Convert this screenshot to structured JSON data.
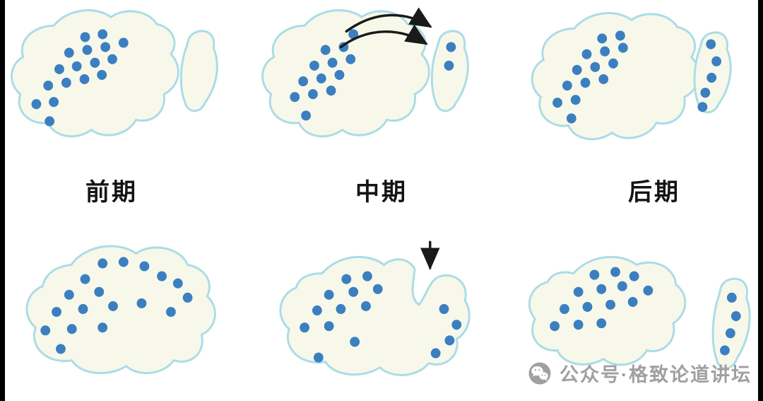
{
  "colors": {
    "blob_fill": "#f7f8ea",
    "blob_stroke": "#abdce7",
    "dot": "#3b7fc1",
    "arrow": "#1a1a1a",
    "label": "#141414",
    "watermark": "#a0a0a0",
    "edge": "#000000"
  },
  "stages": [
    {
      "label": "前期"
    },
    {
      "label": "中期"
    },
    {
      "label": "后期"
    }
  ],
  "watermark": {
    "text": "公众号·格致论道讲坛",
    "icon": "wechat-icon"
  },
  "panels": {
    "top_left_main": [
      [
        115,
        48
      ],
      [
        140,
        44
      ],
      [
        92,
        70
      ],
      [
        118,
        66
      ],
      [
        144,
        62
      ],
      [
        170,
        56
      ],
      [
        78,
        93
      ],
      [
        103,
        89
      ],
      [
        129,
        84
      ],
      [
        154,
        79
      ],
      [
        62,
        116
      ],
      [
        88,
        112
      ],
      [
        114,
        107
      ],
      [
        139,
        101
      ],
      [
        45,
        142
      ],
      [
        70,
        139
      ],
      [
        64,
        166
      ]
    ],
    "top_left_small": [],
    "top_mid_main": [
      [
        140,
        44
      ],
      [
        100,
        66
      ],
      [
        126,
        62
      ],
      [
        84,
        88
      ],
      [
        110,
        84
      ],
      [
        136,
        79
      ],
      [
        68,
        110
      ],
      [
        94,
        106
      ],
      [
        120,
        101
      ],
      [
        56,
        132
      ],
      [
        82,
        128
      ],
      [
        108,
        123
      ],
      [
        72,
        158
      ]
    ],
    "top_mid_small": [
      [
        280,
        62
      ],
      [
        277,
        88
      ]
    ],
    "top_right_main": [
      [
        110,
        46
      ],
      [
        136,
        42
      ],
      [
        88,
        68
      ],
      [
        114,
        64
      ],
      [
        140,
        59
      ],
      [
        74,
        90
      ],
      [
        100,
        86
      ],
      [
        126,
        81
      ],
      [
        60,
        112
      ],
      [
        86,
        108
      ],
      [
        112,
        103
      ],
      [
        46,
        136
      ],
      [
        72,
        132
      ],
      [
        66,
        158
      ]
    ],
    "top_right_small": [
      [
        276,
        56
      ],
      [
        284,
        80
      ],
      [
        277,
        103
      ],
      [
        268,
        124
      ],
      [
        264,
        144
      ]
    ],
    "bottom_left_main": [
      [
        140,
        40
      ],
      [
        170,
        38
      ],
      [
        200,
        44
      ],
      [
        115,
        62
      ],
      [
        225,
        58
      ],
      [
        248,
        68
      ],
      [
        92,
        84
      ],
      [
        135,
        80
      ],
      [
        262,
        88
      ],
      [
        74,
        108
      ],
      [
        112,
        104
      ],
      [
        155,
        100
      ],
      [
        196,
        96
      ],
      [
        238,
        108
      ],
      [
        58,
        134
      ],
      [
        96,
        132
      ],
      [
        140,
        130
      ],
      [
        80,
        160
      ]
    ],
    "bottom_mid_main": [
      [
        130,
        58
      ],
      [
        160,
        54
      ],
      [
        105,
        80
      ],
      [
        140,
        76
      ],
      [
        175,
        72
      ],
      [
        88,
        102
      ],
      [
        122,
        100
      ],
      [
        158,
        96
      ],
      [
        70,
        126
      ],
      [
        105,
        124
      ],
      [
        142,
        146
      ],
      [
        90,
        168
      ],
      [
        270,
        100
      ],
      [
        288,
        122
      ],
      [
        278,
        144
      ],
      [
        258,
        162
      ]
    ],
    "bottom_right_main": [
      [
        115,
        50
      ],
      [
        145,
        46
      ],
      [
        172,
        52
      ],
      [
        92,
        74
      ],
      [
        125,
        70
      ],
      [
        155,
        66
      ],
      [
        192,
        72
      ],
      [
        72,
        98
      ],
      [
        105,
        95
      ],
      [
        138,
        92
      ],
      [
        170,
        88
      ],
      [
        58,
        122
      ],
      [
        92,
        120
      ],
      [
        125,
        118
      ]
    ],
    "bottom_right_small": [
      [
        312,
        82
      ],
      [
        318,
        108
      ],
      [
        310,
        132
      ],
      [
        302,
        156
      ]
    ]
  }
}
